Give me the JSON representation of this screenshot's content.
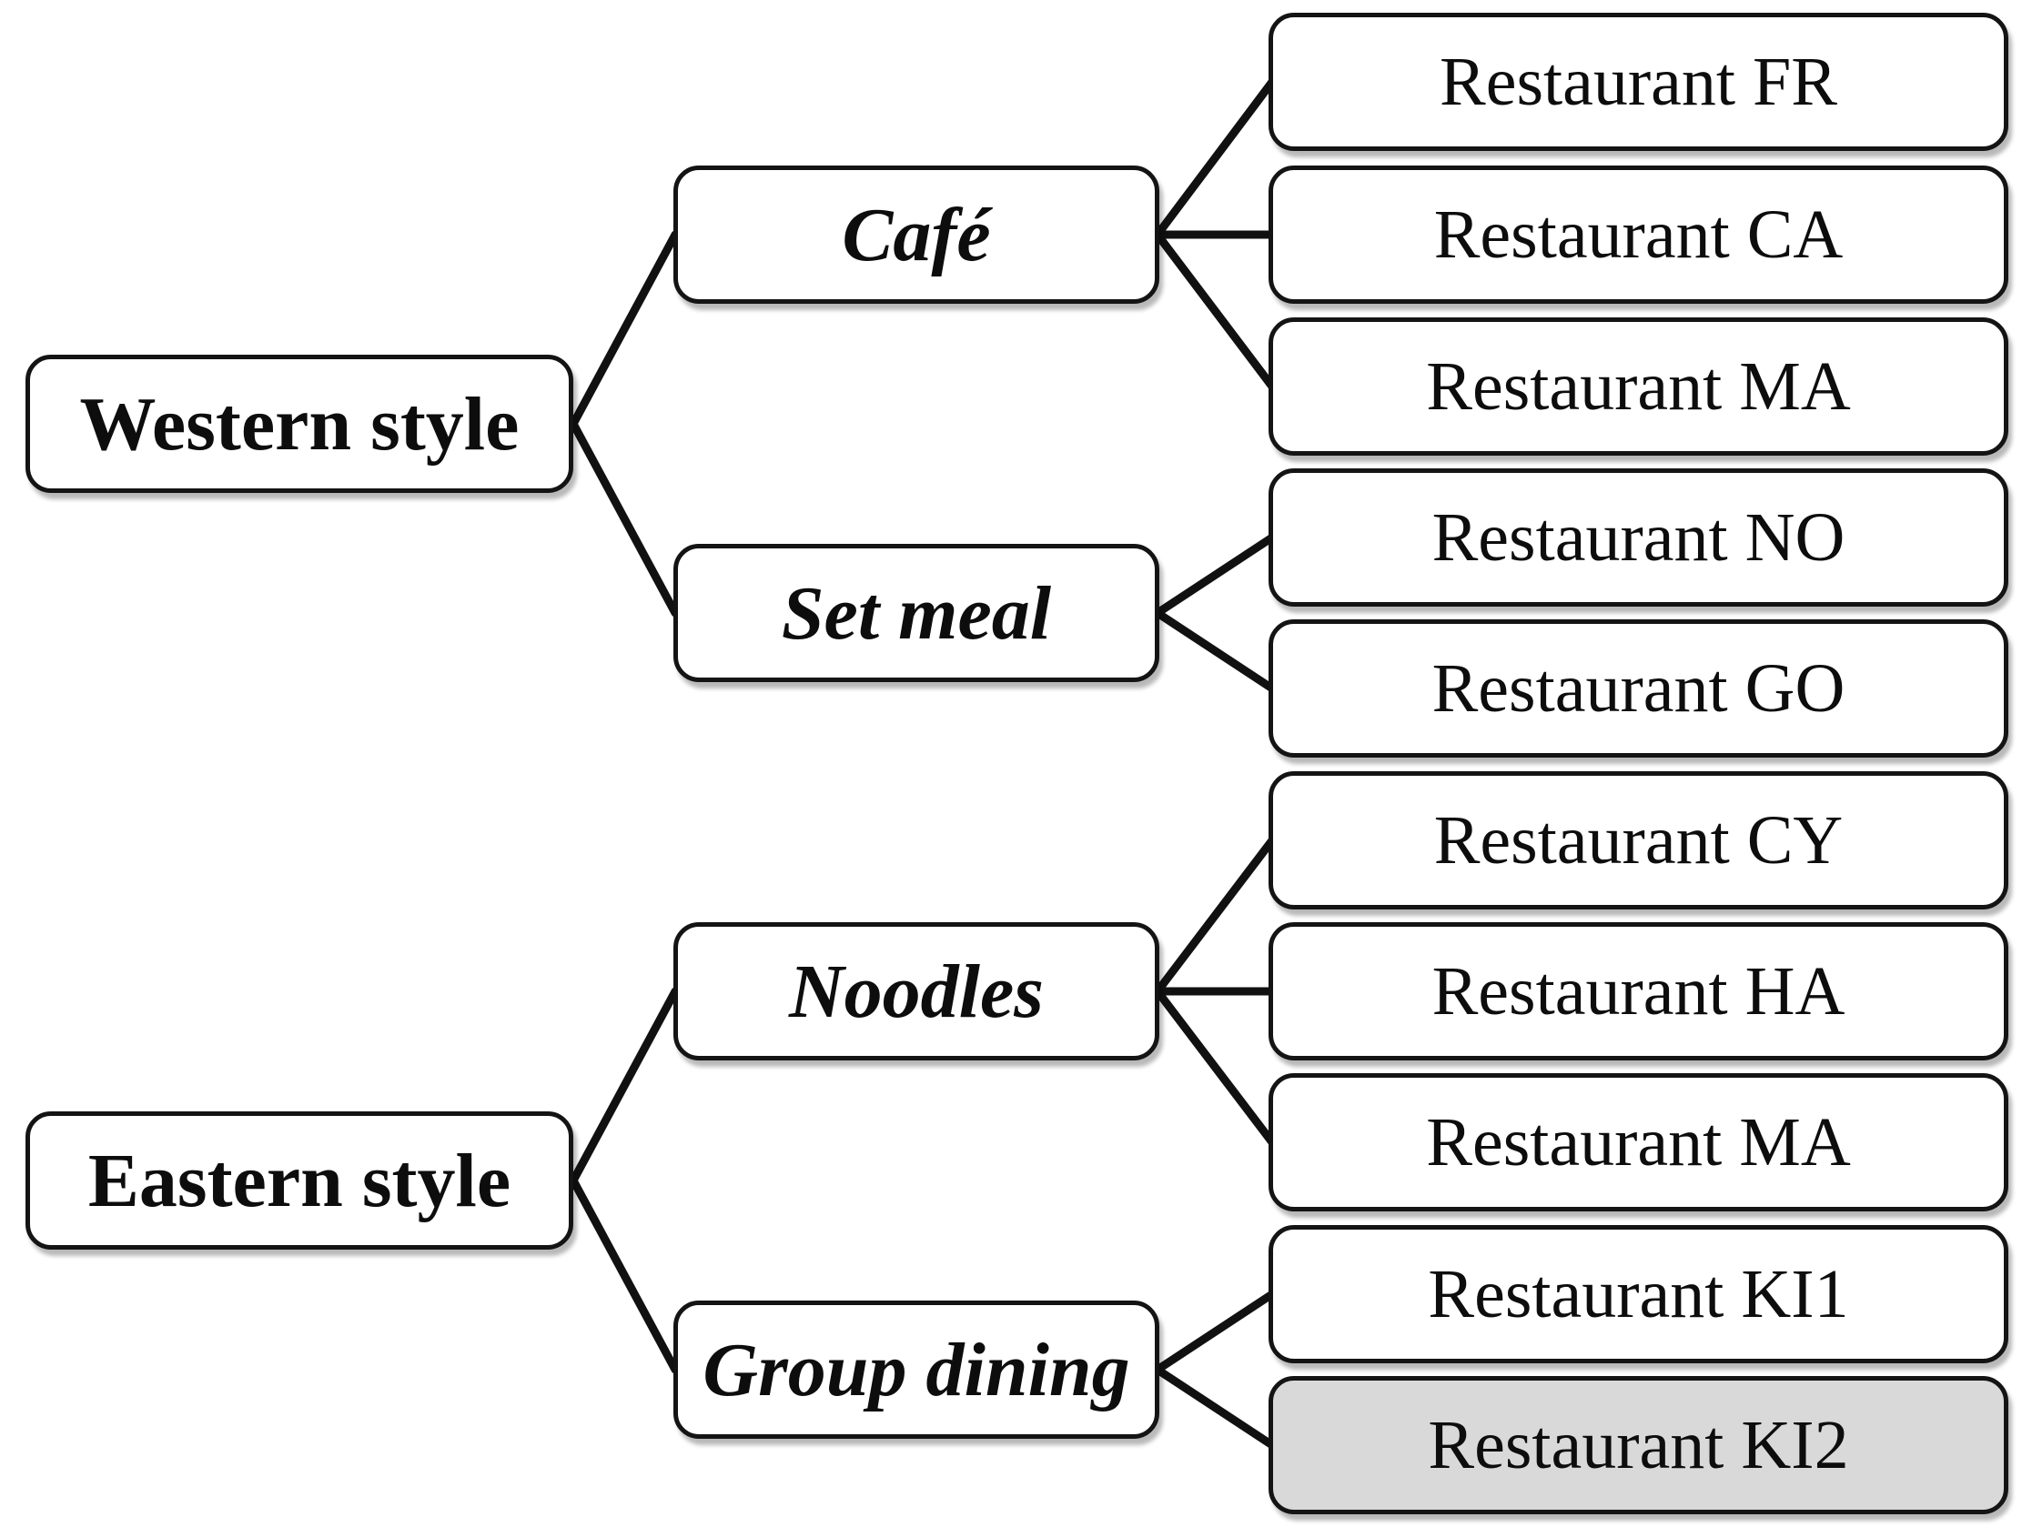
{
  "figure": {
    "type": "tree-diagram",
    "description": "Restaurant style classification tree"
  },
  "palette": {
    "background": "#ffffff",
    "box_fill": "#ffffff",
    "box_border": "#141414",
    "highlight_fill": "#d9d9d9",
    "line_color": "#111111",
    "text_color": "#0d0d0d"
  },
  "tree": {
    "level1": [
      {
        "id": "western",
        "label": "Western style"
      },
      {
        "id": "eastern",
        "label": "Eastern style"
      }
    ],
    "level2": [
      {
        "id": "cafe",
        "label": "Café",
        "parent": "western"
      },
      {
        "id": "set-meal",
        "label": "Set meal",
        "parent": "western"
      },
      {
        "id": "noodles",
        "label": "Noodles",
        "parent": "eastern"
      },
      {
        "id": "group-dining",
        "label": "Group dining",
        "parent": "eastern"
      }
    ],
    "level3": [
      {
        "id": "fr",
        "label": "Restaurant FR",
        "parent": "cafe",
        "highlighted": false
      },
      {
        "id": "ca",
        "label": "Restaurant CA",
        "parent": "cafe",
        "highlighted": false
      },
      {
        "id": "ma-1",
        "label": "Restaurant MA",
        "parent": "cafe",
        "highlighted": false
      },
      {
        "id": "no",
        "label": "Restaurant NO",
        "parent": "set-meal",
        "highlighted": false
      },
      {
        "id": "go",
        "label": "Restaurant GO",
        "parent": "set-meal",
        "highlighted": false
      },
      {
        "id": "cy",
        "label": "Restaurant CY",
        "parent": "noodles",
        "highlighted": false
      },
      {
        "id": "ha",
        "label": "Restaurant HA",
        "parent": "noodles",
        "highlighted": false
      },
      {
        "id": "ma-2",
        "label": "Restaurant MA",
        "parent": "noodles",
        "highlighted": false
      },
      {
        "id": "ki1",
        "label": "Restaurant KI1",
        "parent": "group-dining",
        "highlighted": false
      },
      {
        "id": "ki2",
        "label": "Restaurant KI2",
        "parent": "group-dining",
        "highlighted": true
      }
    ],
    "edges": [
      {
        "from": "western",
        "to": "cafe"
      },
      {
        "from": "western",
        "to": "set-meal"
      },
      {
        "from": "eastern",
        "to": "noodles"
      },
      {
        "from": "eastern",
        "to": "group-dining"
      },
      {
        "from": "cafe",
        "to": "fr"
      },
      {
        "from": "cafe",
        "to": "ca"
      },
      {
        "from": "cafe",
        "to": "ma-1"
      },
      {
        "from": "set-meal",
        "to": "no"
      },
      {
        "from": "set-meal",
        "to": "go"
      },
      {
        "from": "noodles",
        "to": "cy"
      },
      {
        "from": "noodles",
        "to": "ha"
      },
      {
        "from": "noodles",
        "to": "ma-2"
      },
      {
        "from": "group-dining",
        "to": "ki1"
      },
      {
        "from": "group-dining",
        "to": "ki2"
      }
    ]
  }
}
